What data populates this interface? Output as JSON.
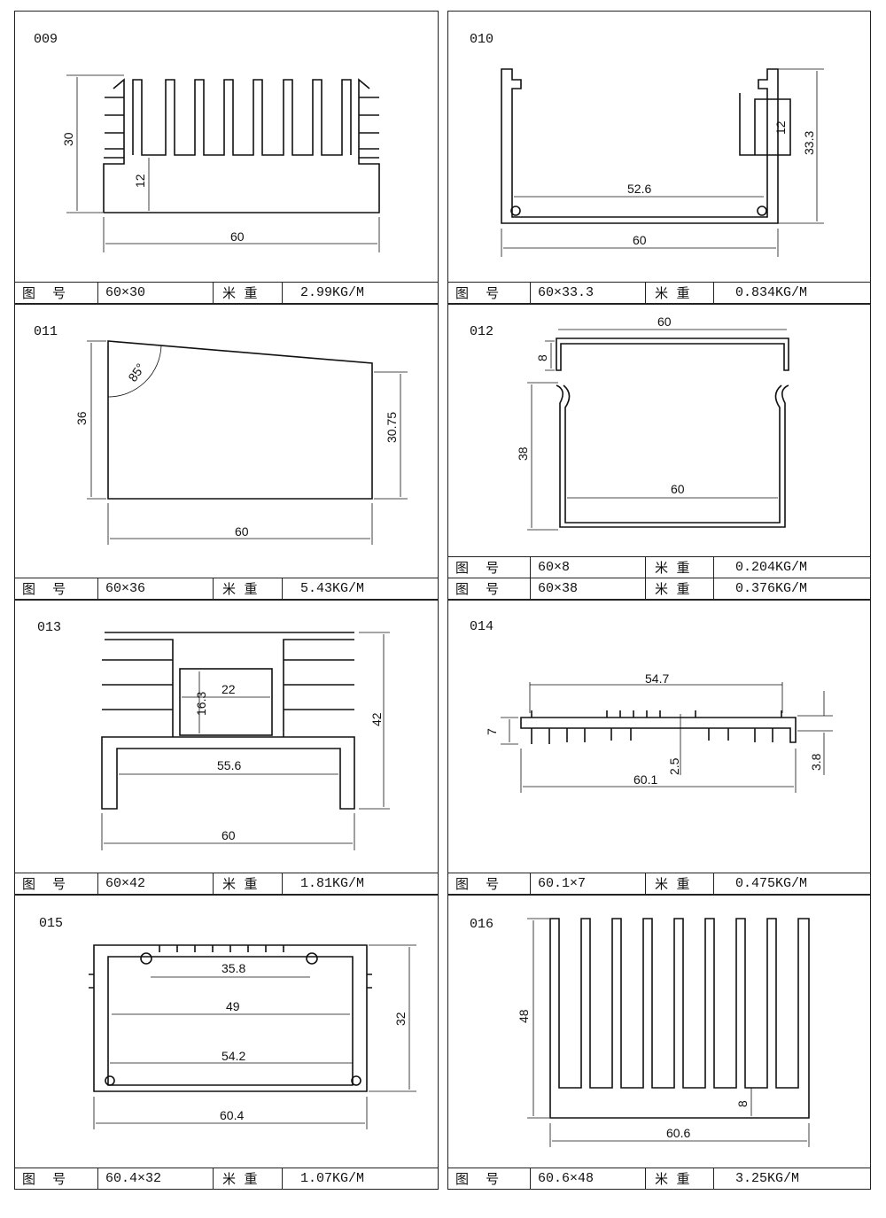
{
  "labels": {
    "drawing_no": "图    号",
    "unit_weight": "米  重"
  },
  "items": [
    {
      "code": "009",
      "size": "60×30",
      "weight": "2.99KG/M",
      "dims": [
        "30",
        "12",
        "60"
      ]
    },
    {
      "code": "010",
      "size": "60×33.3",
      "weight": "0.834KG/M",
      "dims": [
        "52.6",
        "12",
        "33.3",
        "60"
      ]
    },
    {
      "code": "011",
      "size": "60×36",
      "weight": "5.43KG/M",
      "dims": [
        "36",
        "85°",
        "30.75",
        "60"
      ]
    },
    {
      "code": "012",
      "rows": [
        {
          "size": "60×8",
          "weight": "0.204KG/M"
        },
        {
          "size": "60×38",
          "weight": "0.376KG/M"
        }
      ],
      "dims": [
        "60",
        "8",
        "38",
        "60"
      ]
    },
    {
      "code": "013",
      "size": "60×42",
      "weight": "1.81KG/M",
      "dims": [
        "22",
        "16.3",
        "42",
        "55.6",
        "60"
      ]
    },
    {
      "code": "014",
      "size": "60.1×7",
      "weight": "0.475KG/M",
      "dims": [
        "54.7",
        "7",
        "2.5",
        "3.8",
        "60.1"
      ]
    },
    {
      "code": "015",
      "size": "60.4×32",
      "weight": "1.07KG/M",
      "dims": [
        "35.8",
        "49",
        "54.2",
        "32",
        "60.4"
      ]
    },
    {
      "code": "016",
      "size": "60.6×48",
      "weight": "3.25KG/M",
      "dims": [
        "48",
        "8",
        "60.6"
      ]
    }
  ]
}
